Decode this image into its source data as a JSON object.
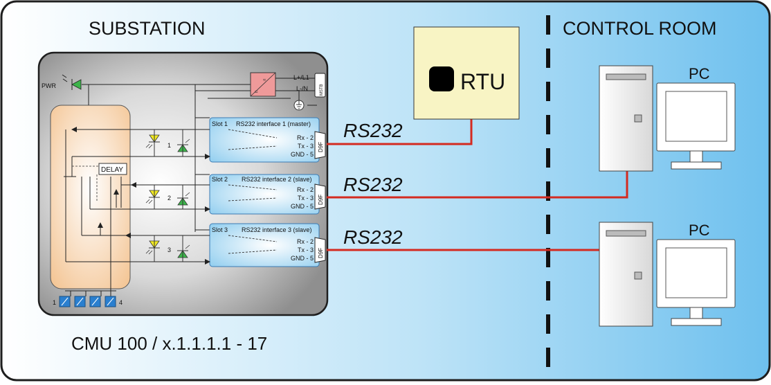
{
  "labels": {
    "substation": "SUBSTATION",
    "control_room": "CONTROL ROOM",
    "device_model": "CMU 100 / x.1.1.1.1 - 17"
  },
  "device": {
    "pwr": "PWR",
    "supply_plus": "L+/L1",
    "supply_minus": "L-/N",
    "terminal": "MSTB",
    "delay": "DELAY",
    "dip_first": "1",
    "dip_last": "4",
    "slots": [
      {
        "slot": "Slot 1",
        "title": "RS232 interface 1 (master)",
        "rx": "Rx - 2",
        "tx": "Tx - 3",
        "gnd": "GND - 5",
        "connector": "D9F",
        "led": "1"
      },
      {
        "slot": "Slot 2",
        "title": "RS232 interface 2 (slave)",
        "rx": "Rx - 2",
        "tx": "Tx - 3",
        "gnd": "GND - 5",
        "connector": "D9F",
        "led": "2"
      },
      {
        "slot": "Slot 3",
        "title": "RS232 interface 3 (slave)",
        "rx": "Rx - 2",
        "tx": "Tx - 3",
        "gnd": "GND - 5",
        "connector": "D9F",
        "led": "3"
      }
    ]
  },
  "links": [
    "RS232",
    "RS232",
    "RS232"
  ],
  "rtu": {
    "label": "RTU"
  },
  "pcs": [
    "PC",
    "PC"
  ],
  "colors": {
    "cable": "#d42a20",
    "slot_fill": "#8fcdef",
    "rtu_fill": "#f8f4c4",
    "mcu_fill": "#f4c696",
    "led_yellow": "#f2ea24",
    "led_green": "#3cb44a",
    "psu_fill": "#ef9a9a",
    "dip_fill": "#2a7fcf"
  }
}
